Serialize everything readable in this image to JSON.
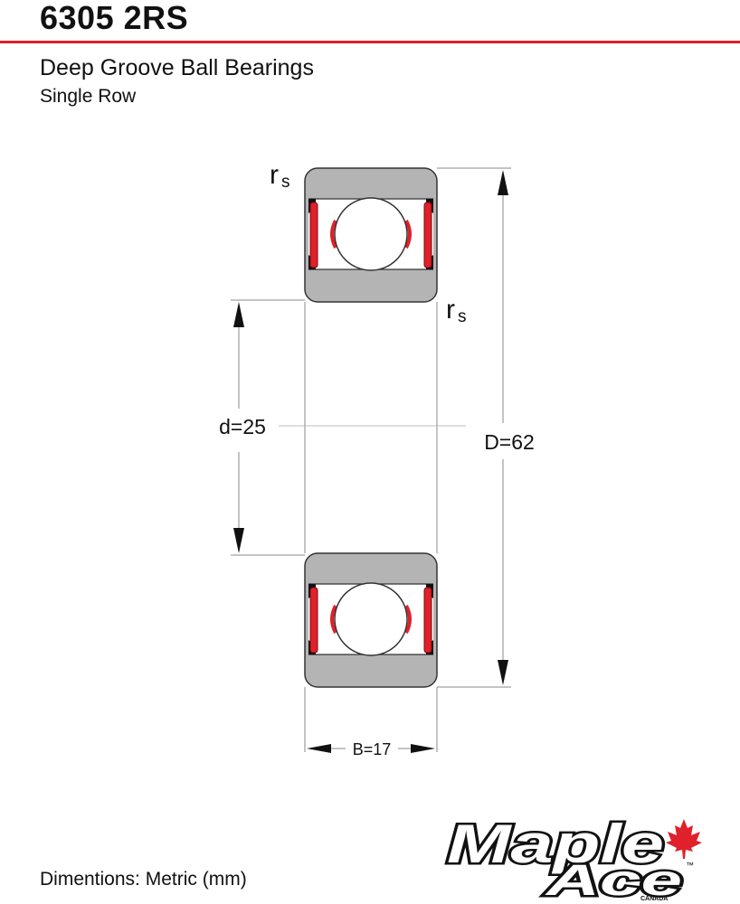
{
  "title": "6305 2RS",
  "subtitle": "Deep Groove Ball Bearings",
  "subsubtitle": "Single Row",
  "colors": {
    "accent_red": "#e0202a",
    "ring_gray": "#b4b4b4",
    "outline": "#333333",
    "dim_line": "#888888"
  },
  "labels": {
    "rs_symbol": "r",
    "rs_subscript": "s",
    "bore": "d=25",
    "outer_diameter": "D=62",
    "width": "B=17"
  },
  "footer": "Dimentions: Metric (mm)",
  "logo": {
    "line1": "Maple",
    "line2": "Ace",
    "country": "CANADA",
    "trademark": "™",
    "icon": "maple-leaf-icon"
  }
}
